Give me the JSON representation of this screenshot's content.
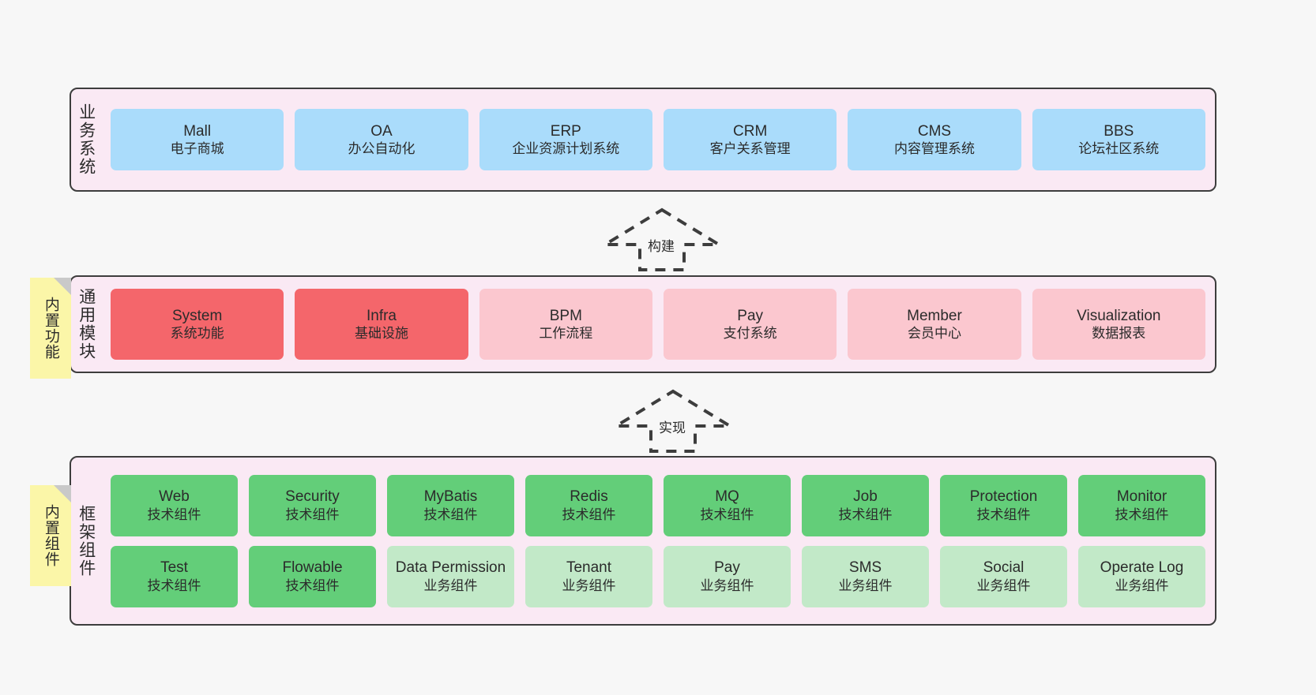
{
  "diagram": {
    "background": "#f7f7f7",
    "layer_fill": "#fae9f4",
    "layer_border": "#3d3d3d",
    "sticky_fill": "#fbf6a8"
  },
  "layers": [
    {
      "id": "business-system",
      "title": "业务系统",
      "cards": [
        {
          "en": "Mall",
          "cn": "电子商城",
          "color": "#aadcfb",
          "style": "c-blue"
        },
        {
          "en": "OA",
          "cn": "办公自动化",
          "color": "#aadcfb",
          "style": "c-blue"
        },
        {
          "en": "ERP",
          "cn": "企业资源计划系统",
          "color": "#aadcfb",
          "style": "c-blue"
        },
        {
          "en": "CRM",
          "cn": "客户关系管理",
          "color": "#aadcfb",
          "style": "c-blue"
        },
        {
          "en": "CMS",
          "cn": "内容管理系统",
          "color": "#aadcfb",
          "style": "c-blue"
        },
        {
          "en": "BBS",
          "cn": "论坛社区系统",
          "color": "#aadcfb",
          "style": "c-blue"
        }
      ]
    },
    {
      "id": "common-module",
      "title": "通用模块",
      "sticky": "内置功能",
      "cards": [
        {
          "en": "System",
          "cn": "系统功能",
          "color": "#f4666b",
          "style": "c-red"
        },
        {
          "en": "Infra",
          "cn": "基础设施",
          "color": "#f4666b",
          "style": "c-red"
        },
        {
          "en": "BPM",
          "cn": "工作流程",
          "color": "#fbc7cf",
          "style": "c-pink"
        },
        {
          "en": "Pay",
          "cn": "支付系统",
          "color": "#fbc7cf",
          "style": "c-pink"
        },
        {
          "en": "Member",
          "cn": "会员中心",
          "color": "#fbc7cf",
          "style": "c-pink"
        },
        {
          "en": "Visualization",
          "cn": "数据报表",
          "color": "#fbc7cf",
          "style": "c-pink"
        }
      ]
    },
    {
      "id": "framework-component",
      "title": "框架组件",
      "sticky": "内置组件",
      "rows": [
        [
          {
            "en": "Web",
            "cn": "技术组件",
            "color": "#63ce79",
            "style": "c-green"
          },
          {
            "en": "Security",
            "cn": "技术组件",
            "color": "#63ce79",
            "style": "c-green"
          },
          {
            "en": "MyBatis",
            "cn": "技术组件",
            "color": "#63ce79",
            "style": "c-green"
          },
          {
            "en": "Redis",
            "cn": "技术组件",
            "color": "#63ce79",
            "style": "c-green"
          },
          {
            "en": "MQ",
            "cn": "技术组件",
            "color": "#63ce79",
            "style": "c-green"
          },
          {
            "en": "Job",
            "cn": "技术组件",
            "color": "#63ce79",
            "style": "c-green"
          },
          {
            "en": "Protection",
            "cn": "技术组件",
            "color": "#63ce79",
            "style": "c-green"
          },
          {
            "en": "Monitor",
            "cn": "技术组件",
            "color": "#63ce79",
            "style": "c-green"
          }
        ],
        [
          {
            "en": "Test",
            "cn": "技术组件",
            "color": "#63ce79",
            "style": "c-green"
          },
          {
            "en": "Flowable",
            "cn": "技术组件",
            "color": "#63ce79",
            "style": "c-green"
          },
          {
            "en": "Data Permission",
            "cn": "业务组件",
            "color": "#c2e9c8",
            "style": "c-lightgreen"
          },
          {
            "en": "Tenant",
            "cn": "业务组件",
            "color": "#c2e9c8",
            "style": "c-lightgreen"
          },
          {
            "en": "Pay",
            "cn": "业务组件",
            "color": "#c2e9c8",
            "style": "c-lightgreen"
          },
          {
            "en": "SMS",
            "cn": "业务组件",
            "color": "#c2e9c8",
            "style": "c-lightgreen"
          },
          {
            "en": "Social",
            "cn": "业务组件",
            "color": "#c2e9c8",
            "style": "c-lightgreen"
          },
          {
            "en": "Operate Log",
            "cn": "业务组件",
            "color": "#c2e9c8",
            "style": "c-lightgreen"
          }
        ]
      ]
    }
  ],
  "connectors": [
    {
      "id": "build",
      "label": "构建",
      "from": "common-module",
      "to": "business-system"
    },
    {
      "id": "implement",
      "label": "实现",
      "from": "framework-component",
      "to": "common-module"
    }
  ]
}
